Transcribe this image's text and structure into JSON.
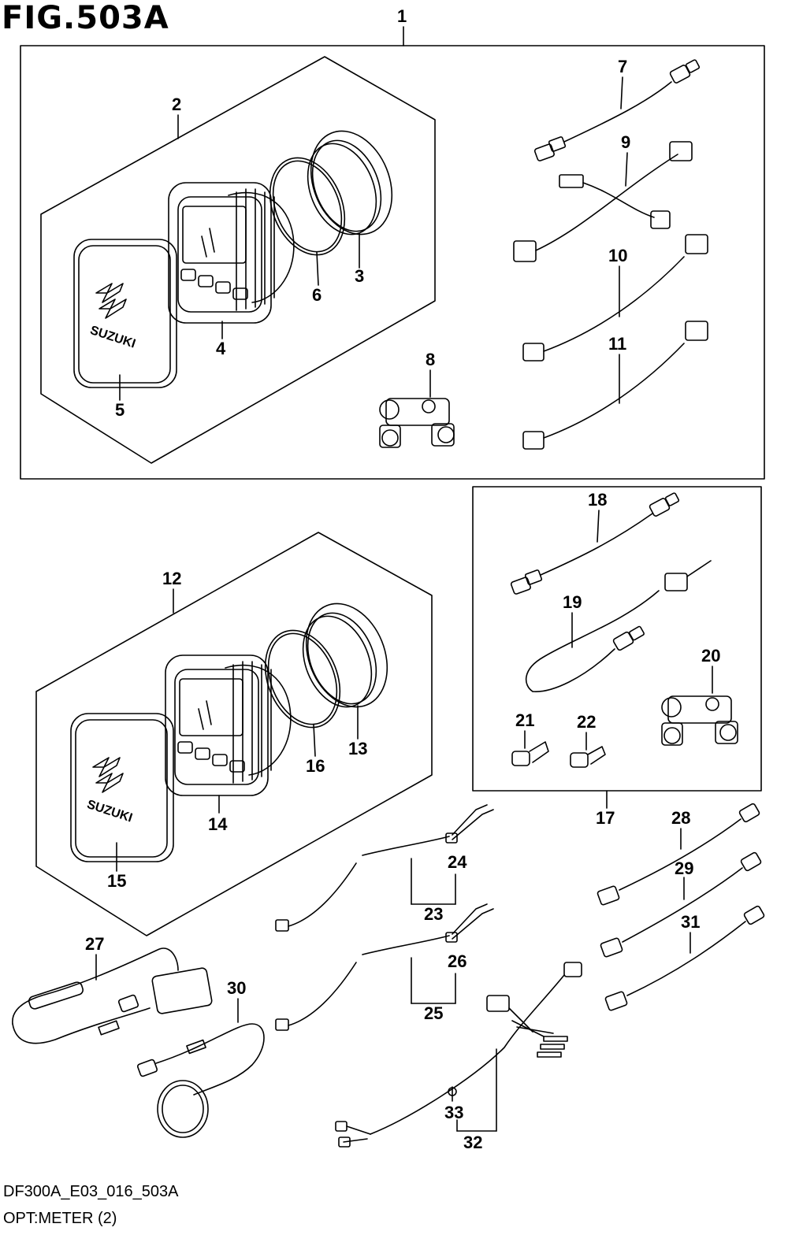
{
  "figure": {
    "title": "FIG.503A",
    "code": "DF300A_E03_016_503A",
    "subtitle": "OPT:METER (2)"
  },
  "brand": "SUZUKI",
  "callouts": {
    "p1": "1",
    "p2": "2",
    "p3": "3",
    "p4": "4",
    "p5": "5",
    "p6": "6",
    "p7": "7",
    "p8": "8",
    "p9": "9",
    "p10": "10",
    "p11": "11",
    "p12": "12",
    "p13": "13",
    "p14": "14",
    "p15": "15",
    "p16": "16",
    "p17": "17",
    "p18": "18",
    "p19": "19",
    "p20": "20",
    "p21": "21",
    "p22": "22",
    "p23": "23",
    "p24": "24",
    "p25": "25",
    "p26": "26",
    "p27": "27",
    "p28": "28",
    "p29": "29",
    "p30": "30",
    "p31": "31",
    "p32": "32",
    "p33": "33"
  },
  "colors": {
    "ink": "#000000",
    "background": "#ffffff"
  }
}
